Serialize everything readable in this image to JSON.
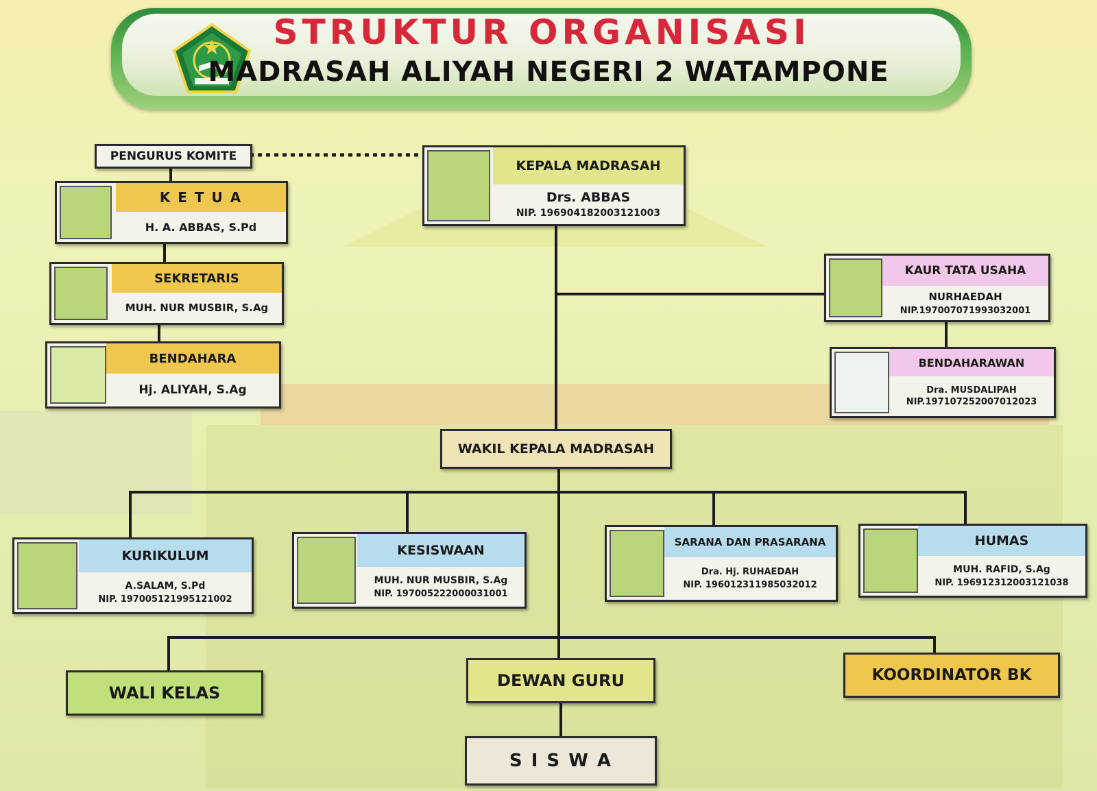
{
  "header": {
    "title": "STRUKTUR ORGANISASI",
    "subtitle": "MADRASAH ALIYAH NEGERI 2 WATAMPONE"
  },
  "committee": {
    "label": "PENGURUS KOMITE",
    "ketua": {
      "role": "K E T U A",
      "name": "H. A. ABBAS, S.Pd"
    },
    "sekretaris": {
      "role": "SEKRETARIS",
      "name": "MUH. NUR MUSBIR, S.Ag"
    },
    "bendahara": {
      "role": "BENDAHARA",
      "name": "Hj. ALIYAH, S.Ag"
    }
  },
  "head": {
    "role": "KEPALA MADRASAH",
    "name": "Drs. ABBAS",
    "nip": "NIP. 196904182003121003"
  },
  "admin": {
    "kaur": {
      "role": "KAUR TATA USAHA",
      "name": "NURHAEDAH",
      "nip": "NIP.197007071993032001"
    },
    "bendaharawan": {
      "role": "BENDAHARAWAN",
      "name": "Dra. MUSDALIPAH",
      "nip": "NIP.197107252007012023"
    }
  },
  "deputy": {
    "label": "WAKIL KEPALA MADRASAH"
  },
  "deputies": [
    {
      "role": "KURIKULUM",
      "name": "A.SALAM, S.Pd",
      "nip": "NIP. 197005121995121002"
    },
    {
      "role": "KESISWAAN",
      "name": "MUH. NUR MUSBIR, S.Ag",
      "nip": "NIP. 197005222000031001"
    },
    {
      "role": "SARANA DAN PRASARANA",
      "name": "Dra. Hj. RUHAEDAH",
      "nip": "NIP. 196012311985032012"
    },
    {
      "role": "HUMAS",
      "name": "MUH. RAFID, S.Ag",
      "nip": "NIP. 196912312003121038"
    }
  ],
  "bottom": {
    "wali_kelas": "WALI KELAS",
    "dewan_guru": "DEWAN GURU",
    "koordinator_bk": "KOORDINATOR BK",
    "siswa": "S I S W A"
  },
  "colors": {
    "gold": "#efc74e",
    "green": "#bfe07a",
    "blue": "#b6dced",
    "pink": "#f2c8ea",
    "beige": "#efe4b6",
    "olive": "#e3e58a",
    "title_red": "#d7283a"
  }
}
